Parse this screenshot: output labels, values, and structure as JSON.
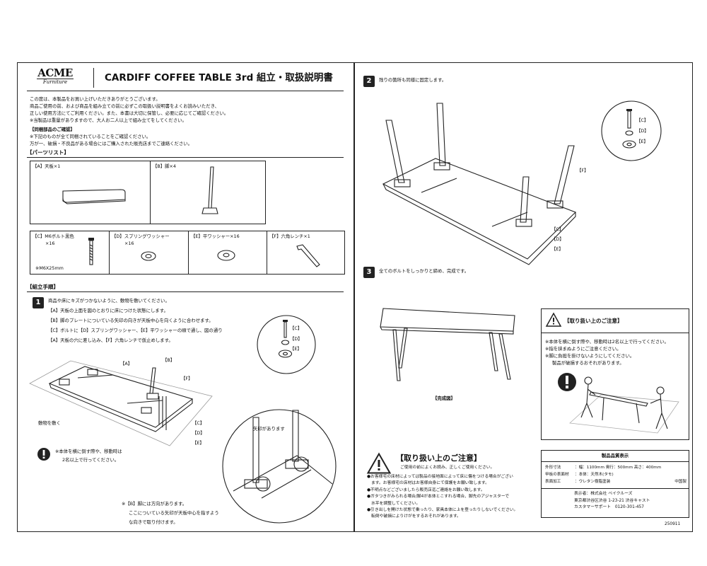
{
  "header": {
    "logo_main": "ACME",
    "logo_sub": "Furniture",
    "title": "CARDIFF COFFEE TABLE 3rd 組立・取扱説明書"
  },
  "intro": {
    "lines": [
      "この度は、本製品をお買い上げいただきありがとうございます。",
      "商品ご使用の前、および商品を組み立ての前に必ずこの取扱い説明書をよくお読みいただき、",
      "正しい使用方法にてご利用ください。また、本書は大切に保管し、必要に応じてご確認ください。",
      "※当製品は重量がありますので、大人お二人以上で組み立てをしてください。"
    ],
    "confirm_title": "【同梱部品のご確認】",
    "confirm_lines": [
      "※下記のものが全て同梱されていることをご確認ください。",
      "万が一、破損・不良品がある場合にはご購入された販売店までご連絡ください。"
    ]
  },
  "parts": {
    "title": "【パーツリスト】",
    "a": "【A】天板×1",
    "b": "【B】脚×4",
    "c": "【C】M6ボルト黒色",
    "c_qty": "×16",
    "c_note": "※M6X25mm",
    "d": "【D】スプリングワッシャー",
    "d_qty": "×16",
    "e": "【E】平ワッシャー×16",
    "f": "【F】六角レンチ×1"
  },
  "assembly": {
    "title": "【組立手順】",
    "step1_num": "1",
    "step1_lines": [
      "商品や床にキズがつかないように、敷物を敷いてください。",
      "【A】天板の上面を図のとおりに床につけた状態にします。",
      "【B】脚のプレートについている矢印の向きが天板中心を向くように合わせます。",
      "【C】ボルトに【D】スプリングワッシャー、【E】平ワッシャーの順で通し、図の通り",
      "【A】天板の穴に差し込み、【F】六角レンチで仮止めします。"
    ],
    "labels": {
      "a": "【A】",
      "b": "【B】",
      "c": "【C】",
      "d": "【D】",
      "e": "【E】",
      "f": "【F】"
    },
    "rug_label": "敷物を敷く",
    "arrow_label": "矢印があります",
    "warning1_lines": [
      "※本体を横に倒す際や、移動時は",
      "2名以上で行ってください。"
    ],
    "note_lines": [
      "※【B】脚には方向があります。",
      "ここについている矢印が天板中心を指すよう",
      "な向きで取り付けます。"
    ],
    "step2_num": "2",
    "step2_text": "残りの箇所も同様に固定します。",
    "step3_num": "3",
    "step3_text": "全てのボルトをしっかりと締め、完成です。",
    "complete_label": "【完成図】"
  },
  "caution_small": {
    "title": "【取り扱い上のご注意】",
    "lines": [
      "※本体を横に倒す際や、移動時は2名以上で行ってください。",
      "※指を挟まぬようにご注意ください。",
      "※脚に負担を掛けないようにしてください。",
      "製品が破損するおそれがあります。"
    ]
  },
  "caution_main": {
    "title": "【取り扱い上のご注意】",
    "subtitle": "ご使用の前によくお読み、正しくご使用ください。",
    "bullets": [
      "●お客様宅の床材によっては製品の接地面によって床に傷をつける場合がござい",
      "ます。お客様宅の床材はお客様自身にて保護をお願い致します。",
      "●不明点などございましたら販売店迄ご連絡をお願い致します。",
      "●ガタつきがみられる場合/脚4が本体とこすれる場合、脚先のアジャスターで",
      "水平を調整してください。",
      "●引き出しを開けた状態で乗ったり、家具本体に上を登ったりしないでください。",
      "転倒や破損によりけがをするおそれがあります。"
    ]
  },
  "quality": {
    "title": "製品品質表示",
    "rows": [
      {
        "label": "外形寸法",
        "value": "：幅：1100mm 奥行：500mm 高さ：400mm"
      },
      {
        "label": "甲板の表面材",
        "value": "：本体：天然木(タモ)"
      },
      {
        "label": "表面加工",
        "value": "：ウレタン樹脂塗装"
      }
    ],
    "origin": "中国製",
    "company_lines": [
      "表示者：株式会社 ベイクルーズ",
      "東京都渋谷区渋谷 1-23-21 渋谷キャスト",
      "カスタマーサポート　0120-301-457"
    ]
  },
  "footer": {
    "code": "250911"
  }
}
